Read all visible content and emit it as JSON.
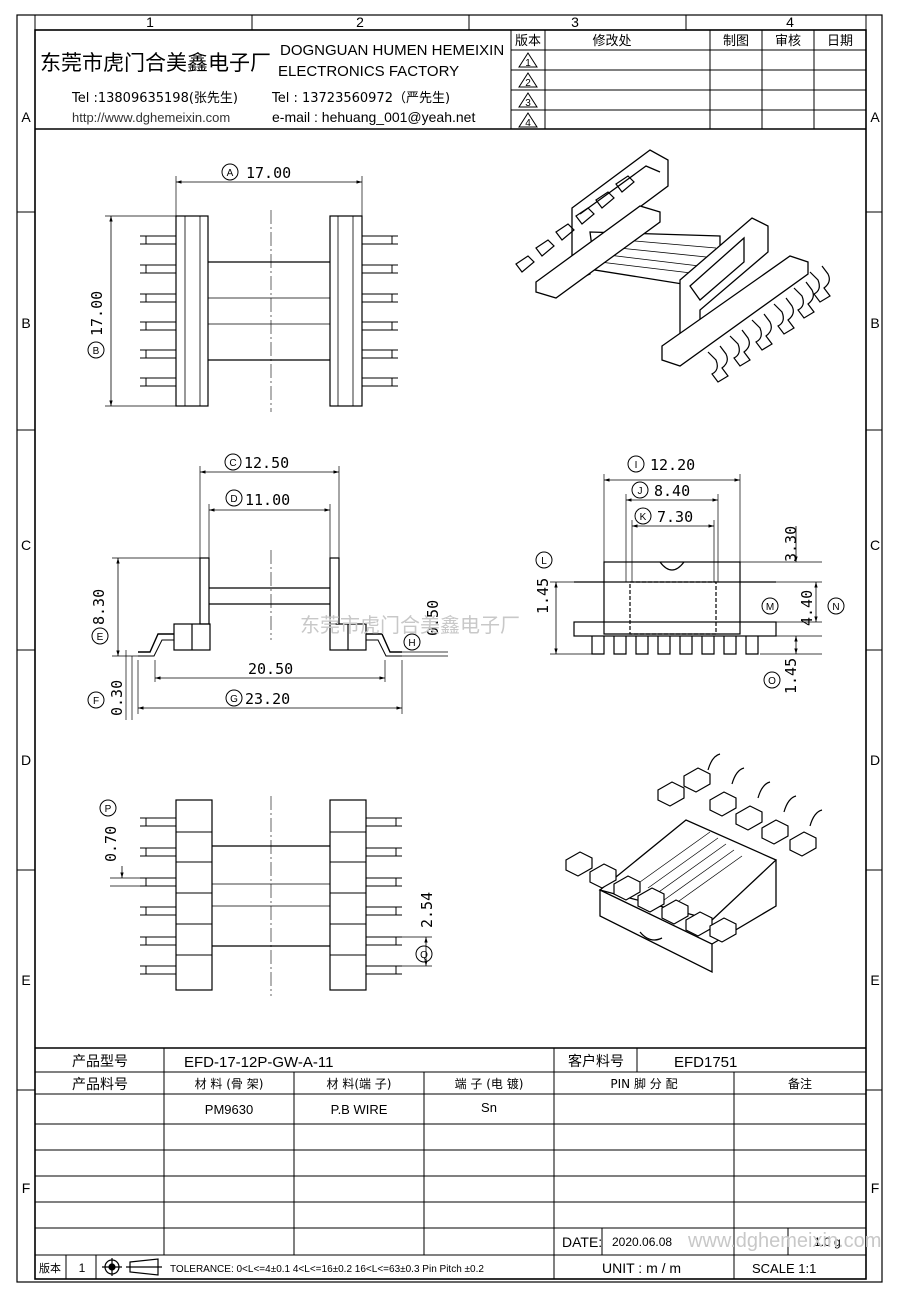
{
  "border": {
    "columns": [
      "1",
      "2",
      "3",
      "4"
    ],
    "rows": [
      "A",
      "B",
      "C",
      "D",
      "E",
      "F"
    ]
  },
  "company": {
    "name_cn": "东莞市虎门合美鑫电子厂",
    "name_en_1": "DOGNGUAN HUMEN HEMEIXIN",
    "name_en_2": "ELECTRONICS FACTORY",
    "tel_1": "Tel :13809635198(张先生)",
    "tel_2": "Tel : 13723560972（严先生)",
    "website": "http://www.dghemeixin.com",
    "email": "e-mail : hehuang_001@yeah.net",
    "watermark": "东莞市虎门合美鑫电子厂"
  },
  "revision_table": {
    "headers": [
      "版本",
      "修改处",
      "制图",
      "审核",
      "日期"
    ],
    "revisions": [
      "1",
      "2",
      "3",
      "4"
    ]
  },
  "dimensions": {
    "A": "17.00",
    "B": "17.00",
    "C": "12.50",
    "D": "11.00",
    "E": "8.30",
    "F": "0.30",
    "G": "23.20",
    "H": "0.50",
    "I": "12.20",
    "J": "8.40",
    "K": "7.30",
    "L": "1.45",
    "M": "",
    "N": "4.40",
    "O": "1.45",
    "P": "0.70",
    "Q": "2.54",
    "pin_span": "20.50",
    "top_height": "3.30"
  },
  "bottom_table": {
    "model_label": "产品型号",
    "model_value": "EFD-17-12P-GW-A-11",
    "customer_label": "客户料号",
    "customer_value": "EFD1751",
    "part_label": "产品料号",
    "col_bobbin": "材 料 (骨 架)",
    "col_terminal": "材 料(端 子)",
    "col_plating": "端 子 (电 镀)",
    "col_pin": "PIN 脚 分 配",
    "col_note": "备注",
    "bobbin_value": "PM9630",
    "terminal_value": "P.B WIRE",
    "plating_value": "Sn",
    "date_label": "DATE:",
    "date_value": "2020.06.08",
    "weight_value": "1.0 g",
    "version_label": "版本",
    "version_value": "1",
    "tolerance": "TOLERANCE:  0<L<=4±0.1  4<L<=16±0.2  16<L<=63±0.3  Pin Pitch  ±0.2",
    "unit": "UNIT  :  m / m",
    "scale": "SCALE    1:1",
    "watermark_url": "www.dghemeixin.com"
  }
}
